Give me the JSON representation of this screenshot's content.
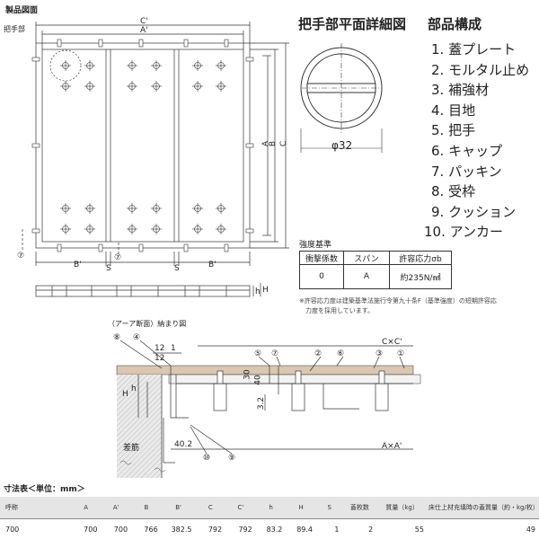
{
  "product_drawing": {
    "title": "製品図面",
    "handle_label": "把手部",
    "dim_labels": {
      "c_prime": "C'",
      "a_prime": "A'",
      "a": "A",
      "b": "B",
      "c": "C",
      "b_prime_left": "B'",
      "b_prime_right": "B'",
      "s_left": "S",
      "s_right": "S",
      "h": "h",
      "h_upper": "H"
    },
    "marker": "⑦"
  },
  "handle_detail": {
    "title": "把手部平面詳細図",
    "diameter": "φ32"
  },
  "parts": {
    "title": "部品構成",
    "items": [
      {
        "num": "1.",
        "name": "蓋プレート"
      },
      {
        "num": "2.",
        "name": "モルタル止め"
      },
      {
        "num": "3.",
        "name": "補強材"
      },
      {
        "num": "4.",
        "name": "目地"
      },
      {
        "num": "5.",
        "name": "把手"
      },
      {
        "num": "6.",
        "name": "キャップ"
      },
      {
        "num": "7.",
        "name": "パッキン"
      },
      {
        "num": "8.",
        "name": "受枠"
      },
      {
        "num": "9.",
        "name": "クッション"
      },
      {
        "num": "10.",
        "name": "アンカー"
      }
    ]
  },
  "strength": {
    "title": "強度基準",
    "headers": [
      "衝撃係数",
      "スパン",
      "許容応力σb"
    ],
    "row": [
      "0",
      "A",
      "約235N/㎟"
    ],
    "note_line1": "※許容応力度は建築基準法施行令第九十条F（基準強度）の短期許容応",
    "note_line2": "力度を採用しています。"
  },
  "section": {
    "title": "（アーア断面）納まり図",
    "dims": {
      "d12a": "12",
      "d1": "1",
      "d12b": "12",
      "d30": "30",
      "d40": "40",
      "d32": "3.2",
      "d402": "40.2",
      "h": "h",
      "H": "H",
      "cxc": "C×C'",
      "axa": "A×A'"
    },
    "callouts": [
      "⑧",
      "④",
      "⑤",
      "⑦",
      "②",
      "⑥",
      "③",
      "①",
      "⑩",
      "⑨"
    ],
    "rebar_label": "差筋"
  },
  "dims_table": {
    "title": "寸法表＜単位：mm＞",
    "headers": [
      "呼称",
      "A",
      "A'",
      "B",
      "B'",
      "C",
      "C'",
      "h",
      "H",
      "S",
      "蓋枚数",
      "質量（kg）",
      "床仕上材充填時の蓋質量（約・kg/枚）"
    ],
    "rows": [
      [
        "700",
        "700",
        "700",
        "766",
        "382.5",
        "792",
        "792",
        "83.2",
        "89.4",
        "1",
        "2",
        "55",
        "49"
      ]
    ]
  }
}
